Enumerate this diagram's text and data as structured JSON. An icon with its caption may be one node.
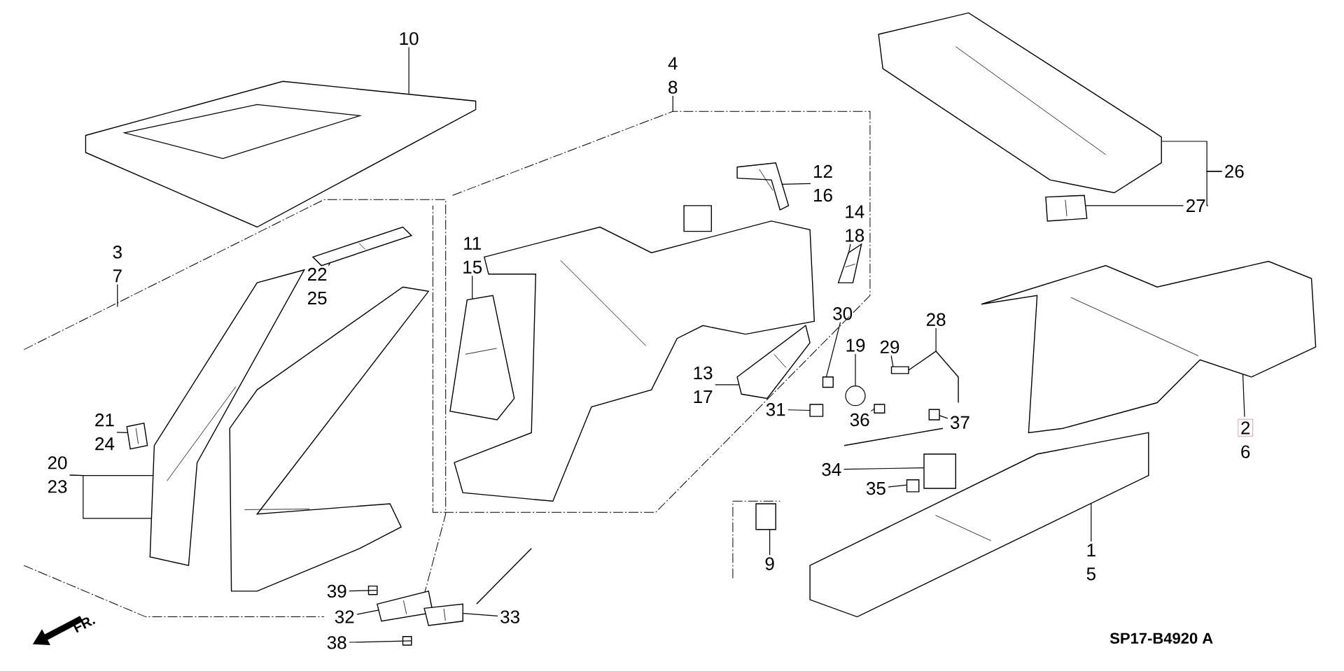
{
  "diagram": {
    "nodes": [
      {
        "text": [
          "10"
        ]
      },
      {
        "text": [
          "3",
          "7"
        ]
      },
      {
        "text": [
          "22",
          "25"
        ]
      },
      {
        "text": [
          "21",
          "24"
        ]
      },
      {
        "text": [
          "20",
          "23"
        ]
      },
      {
        "text": [
          "4",
          "8"
        ]
      },
      {
        "text": [
          "12",
          "16"
        ]
      },
      {
        "text": [
          "14",
          "18"
        ]
      },
      {
        "text": [
          "11",
          "15"
        ]
      },
      {
        "text": [
          "13",
          "17"
        ]
      },
      {
        "text": [
          "30"
        ]
      },
      {
        "text": [
          "19"
        ]
      },
      {
        "text": [
          "29"
        ]
      },
      {
        "text": [
          "28"
        ]
      },
      {
        "text": [
          "31"
        ]
      },
      {
        "text": [
          "36"
        ]
      },
      {
        "text": [
          "37"
        ]
      },
      {
        "text": [
          "34"
        ]
      },
      {
        "text": [
          "35"
        ]
      },
      {
        "text": [
          "26"
        ]
      },
      {
        "text": [
          "27"
        ]
      },
      {
        "text": [
          "2",
          "6"
        ]
      },
      {
        "text": [
          "1",
          "5"
        ]
      },
      {
        "text": [
          "9"
        ]
      },
      {
        "text": [
          "39"
        ]
      },
      {
        "text": [
          "32"
        ]
      },
      {
        "text": [
          "38"
        ]
      },
      {
        "text": [
          "33"
        ]
      },
      {
        "text": [],
        "shape": "picture"
      },
      {
        "text": [],
        "shape": "picture"
      },
      {
        "text": [],
        "shape": "picture"
      },
      {
        "text": [],
        "shape": "picture"
      },
      {
        "text": [],
        "shape": "picture"
      },
      {
        "text": [],
        "shape": "picture"
      },
      {
        "text": [],
        "shape": "picture"
      },
      {
        "text": [],
        "shape": "picture"
      },
      {
        "text": [],
        "shape": "picture"
      },
      {
        "text": [],
        "shape": "picture"
      },
      {
        "text": [],
        "shape": "box"
      },
      {
        "text": [],
        "shape": "circle"
      },
      {
        "text": [],
        "shape": "box"
      },
      {
        "text": [],
        "shape": "picture"
      },
      {
        "text": [],
        "shape": "box"
      },
      {
        "text": [],
        "shape": "box"
      },
      {
        "text": [],
        "shape": "box"
      },
      {
        "text": [],
        "shape": "box"
      },
      {
        "text": [],
        "shape": "box"
      },
      {
        "text": [],
        "shape": "picture"
      },
      {
        "text": [],
        "shape": "picture"
      },
      {
        "text": [],
        "shape": "picture"
      },
      {
        "text": [],
        "shape": "picture"
      },
      {
        "text": [],
        "shape": "box"
      },
      {
        "text": [],
        "shape": "box"
      },
      {
        "text": [],
        "shape": "picture"
      },
      {
        "text": [],
        "shape": "box"
      },
      {
        "text": [],
        "shape": "picture"
      },
      {
        "text": [],
        "shape": "box"
      }
    ],
    "edges": [
      {
        "from": 0,
        "to": 28,
        "arrow": "none"
      },
      {
        "from": 1,
        "to": null,
        "arrow": "none"
      },
      {
        "from": 2,
        "to": 29,
        "arrow": "none"
      },
      {
        "from": 3,
        "to": 30,
        "arrow": "none"
      },
      {
        "from": 4,
        "to": 31,
        "arrow": "none"
      },
      {
        "from": 4,
        "to": 31,
        "arrow": "none"
      },
      {
        "from": 5,
        "to": null,
        "arrow": "none"
      },
      {
        "from": 6,
        "to": 34,
        "arrow": "none"
      },
      {
        "from": 7,
        "to": 35,
        "arrow": "none"
      },
      {
        "from": 8,
        "to": 36,
        "arrow": "none"
      },
      {
        "from": 9,
        "to": 37,
        "arrow": "none"
      },
      {
        "from": 10,
        "to": 38,
        "arrow": "none"
      },
      {
        "from": 11,
        "to": 39,
        "arrow": "none"
      },
      {
        "from": 12,
        "to": 40,
        "arrow": "none"
      },
      {
        "from": 13,
        "to": 41,
        "arrow": "none"
      },
      {
        "from": 14,
        "to": 42,
        "arrow": "none"
      },
      {
        "from": 15,
        "to": 43,
        "arrow": "none"
      },
      {
        "from": 16,
        "to": 44,
        "arrow": "none"
      },
      {
        "from": 17,
        "to": 45,
        "arrow": "none"
      },
      {
        "from": 18,
        "to": 46,
        "arrow": "none"
      },
      {
        "from": 19,
        "to": 47,
        "arrow": "none"
      },
      {
        "from": 19,
        "to": 20,
        "arrow": "none"
      },
      {
        "from": 20,
        "to": 48,
        "arrow": "none"
      },
      {
        "from": 21,
        "to": 49,
        "arrow": "none"
      },
      {
        "from": 22,
        "to": 50,
        "arrow": "none"
      },
      {
        "from": 23,
        "to": 51,
        "arrow": "none"
      },
      {
        "from": 24,
        "to": 52,
        "arrow": "none"
      },
      {
        "from": 25,
        "to": 53,
        "arrow": "none"
      },
      {
        "from": 26,
        "to": 54,
        "arrow": "none"
      },
      {
        "from": 27,
        "to": 55,
        "arrow": "none"
      }
    ],
    "labels": [
      "FR.",
      "SP17-B4920 A"
    ]
  }
}
